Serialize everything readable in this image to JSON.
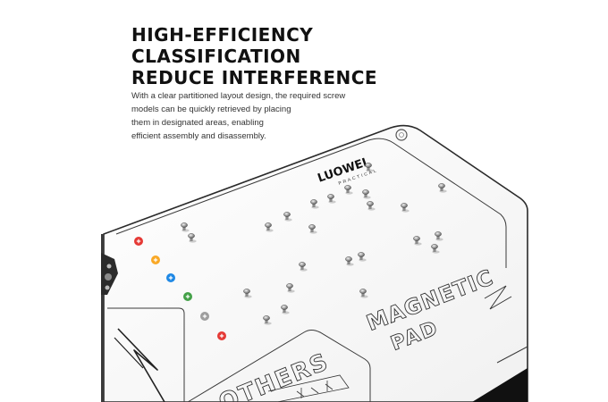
{
  "headline": {
    "line1": "HIGH-EFFICIENCY",
    "line2": "CLASSIFICATION",
    "line3": "REDUCE INTERFERENCE"
  },
  "description": {
    "line1": "With a clear partitioned layout design, the required screw",
    "line2": "models can be quickly retrieved by placing",
    "line3": "them in designated areas, enabling",
    "line4": "efficient assembly and disassembly."
  },
  "mat": {
    "brand": "LUOWEI",
    "brand_sub": "PRACTICAL",
    "label_magnetic": "MAGNETIC",
    "label_pad": "PAD",
    "label_others": "OTHERS",
    "mat_color": "#ffffff",
    "outline_color": "#2a2a2a",
    "indicator_colors": [
      "#e53935",
      "#f9a825",
      "#1e88e5",
      "#43a047",
      "#9e9e9e",
      "#e53935"
    ],
    "icons": [
      "phillips-icon",
      "flat-icon",
      "pentalobe-icon",
      "triwing-icon",
      "hex-icon",
      "torx-icon"
    ]
  }
}
